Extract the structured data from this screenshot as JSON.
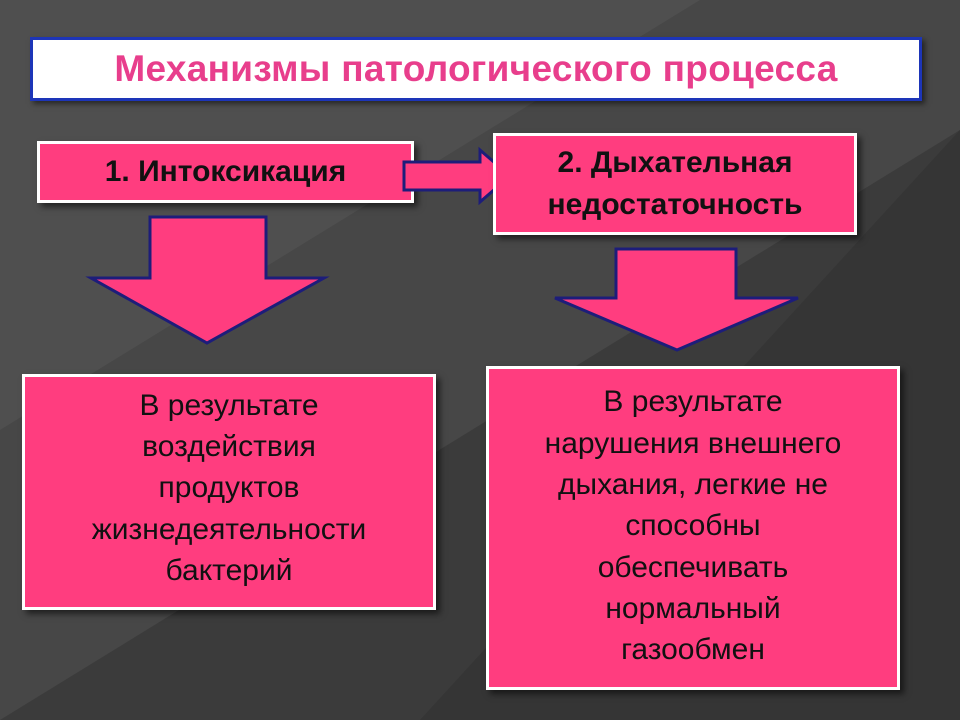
{
  "title": "Механизмы патологического процесса",
  "box1": "1. Интоксикация",
  "box2": "2. Дыхательная недостаточность",
  "box3": "В результате\nвоздействия\nпродуктов\nжизнедеятельности\nбактерий",
  "box4": "В результате\nнарушения внешнего\nдыхания, легкие не\nспособны\nобеспечивать\nнормальный\nгазообмен",
  "colors": {
    "box_fill": "#ff3d7f",
    "title_text": "#e83e8c",
    "title_border": "#1d35b8",
    "arrow_fill": "#ff3d7f",
    "arrow_stroke": "#1d1d7a"
  }
}
